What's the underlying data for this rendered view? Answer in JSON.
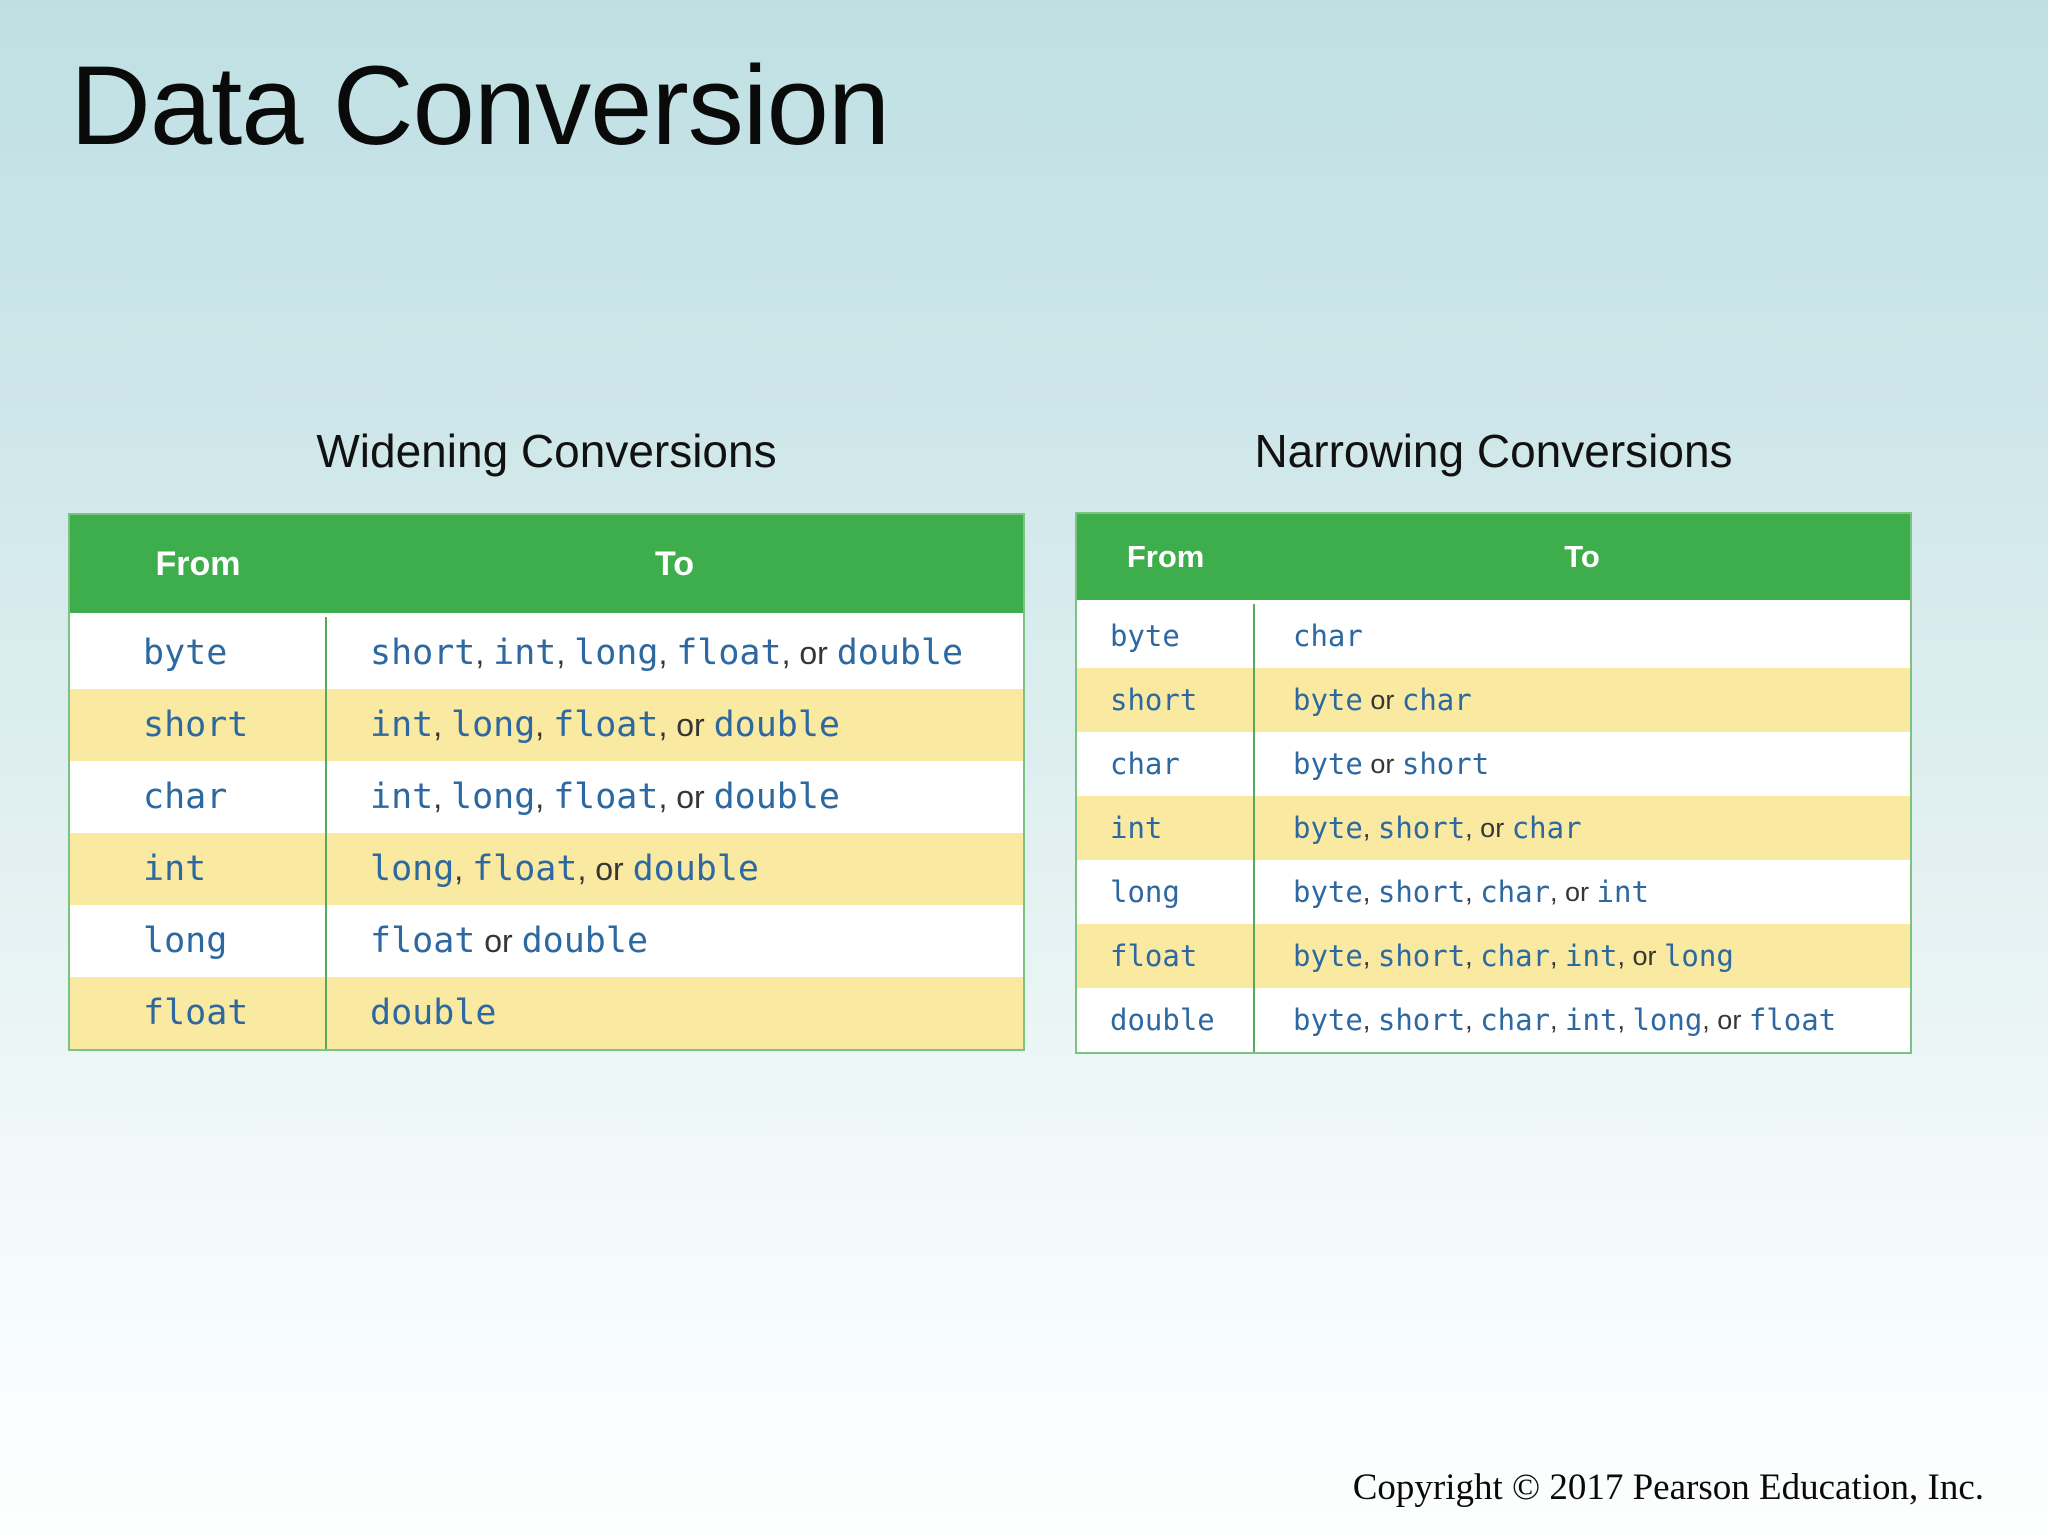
{
  "slide": {
    "title": "Data Conversion",
    "copyright": "Copyright © 2017 Pearson Education, Inc."
  },
  "colors": {
    "header_green": "#3eae4c",
    "row_yellow": "#fae9a0",
    "keyword_blue": "#2d69a0",
    "separator_text": "#363636",
    "divider_green": "#58a75d",
    "border_green": "#7cc281",
    "background_top": "#bfe0e3",
    "background_bottom": "#fdffff"
  },
  "tables": {
    "widening": {
      "title": "Widening Conversions",
      "headers": {
        "from": "From",
        "to": "To"
      },
      "conjunction": "or",
      "rows": [
        {
          "from": "byte",
          "to": [
            "short",
            "int",
            "long",
            "float",
            "double"
          ]
        },
        {
          "from": "short",
          "to": [
            "int",
            "long",
            "float",
            "double"
          ]
        },
        {
          "from": "char",
          "to": [
            "int",
            "long",
            "float",
            "double"
          ]
        },
        {
          "from": "int",
          "to": [
            "long",
            "float",
            "double"
          ]
        },
        {
          "from": "long",
          "to": [
            "float",
            "double"
          ]
        },
        {
          "from": "float",
          "to": [
            "double"
          ]
        }
      ]
    },
    "narrowing": {
      "title": "Narrowing Conversions",
      "headers": {
        "from": "From",
        "to": "To"
      },
      "conjunction": "or",
      "rows": [
        {
          "from": "byte",
          "to": [
            "char"
          ]
        },
        {
          "from": "short",
          "to": [
            "byte",
            "char"
          ]
        },
        {
          "from": "char",
          "to": [
            "byte",
            "short"
          ]
        },
        {
          "from": "int",
          "to": [
            "byte",
            "short",
            "char"
          ]
        },
        {
          "from": "long",
          "to": [
            "byte",
            "short",
            "char",
            "int"
          ]
        },
        {
          "from": "float",
          "to": [
            "byte",
            "short",
            "char",
            "int",
            "long"
          ]
        },
        {
          "from": "double",
          "to": [
            "byte",
            "short",
            "char",
            "int",
            "long",
            "float"
          ]
        }
      ]
    }
  }
}
